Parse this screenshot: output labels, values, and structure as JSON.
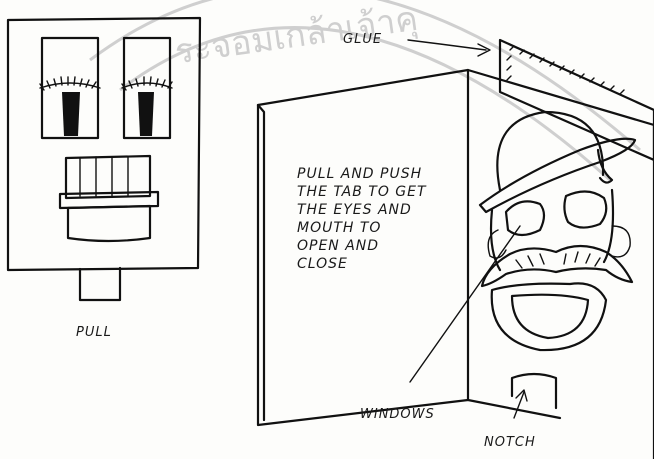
{
  "watermark": {
    "text": "ระจอมเกล้าเจ้าคุ"
  },
  "labels": {
    "glue": "GLUE",
    "instructions": [
      "PULL AND PUSH",
      "THE TAB TO GET",
      "THE EYES AND",
      "MOUTH TO",
      "OPEN AND",
      "CLOSE"
    ],
    "windows": "WINDOWS",
    "notch": "NOTCH",
    "pull": "PULL"
  }
}
